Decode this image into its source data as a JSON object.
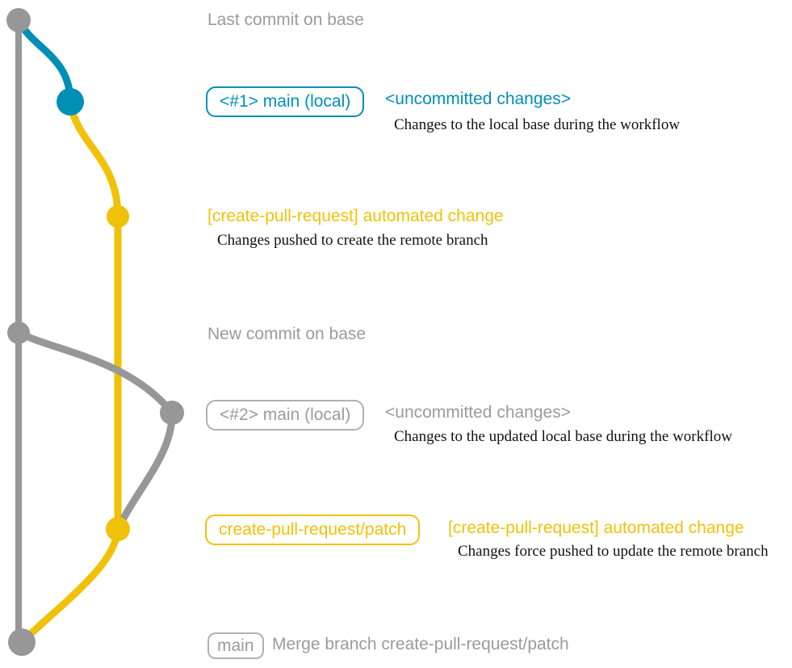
{
  "colors": {
    "base_gray": "#979797",
    "branch_blue": "#008fb5",
    "branch_yellow": "#f1c109",
    "text_gray": "#9b9b9b",
    "box_border_gray": "#b0b0b0",
    "desc_black": "#111111"
  },
  "rows": [
    {
      "message": "Last commit on base"
    },
    {
      "branch_label": "<#1> main (local)",
      "message": "<uncommitted changes>",
      "description": "Changes to the local base during the workflow"
    },
    {
      "message": "[create-pull-request] automated change",
      "description": "Changes pushed to create the remote branch"
    },
    {
      "message": "New commit on base"
    },
    {
      "branch_label": "<#2> main (local)",
      "message": "<uncommitted changes>",
      "description": "Changes to the updated local base during the workflow"
    },
    {
      "branch_label": "create-pull-request/patch",
      "message": "[create-pull-request] automated change",
      "description": "Changes force pushed to update the remote branch"
    },
    {
      "branch_label": "main",
      "message": "Merge branch create-pull-request/patch"
    }
  ]
}
